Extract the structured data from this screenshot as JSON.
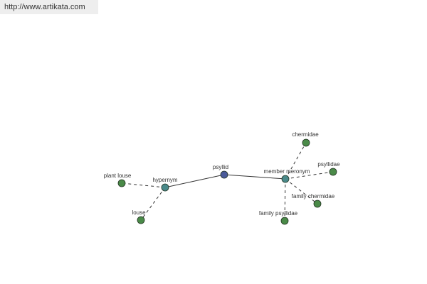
{
  "header": {
    "url": "http://www.artikata.com"
  },
  "colors": {
    "center_node": "#4a5a9a",
    "relation_node": "#4a8a8a",
    "leaf_node": "#4a8a48",
    "node_stroke": "#223322",
    "solid_edge": "#333333",
    "dashed_edge": "#333333"
  },
  "graph": {
    "nodes": [
      {
        "id": "psyllid",
        "label": "psyllid",
        "kind": "center"
      },
      {
        "id": "hypernym",
        "label": "hypernym",
        "kind": "relation"
      },
      {
        "id": "member-meronym",
        "label": "member meronym",
        "kind": "relation"
      },
      {
        "id": "plant-louse",
        "label": "plant louse",
        "kind": "leaf"
      },
      {
        "id": "louse",
        "label": "louse",
        "kind": "leaf"
      },
      {
        "id": "chermidae",
        "label": "chermidae",
        "kind": "leaf"
      },
      {
        "id": "psyllidae",
        "label": "psyllidae",
        "kind": "leaf"
      },
      {
        "id": "family-chermidae",
        "label": "family chermidae",
        "kind": "leaf"
      },
      {
        "id": "family-psyllidae",
        "label": "family psyllidae",
        "kind": "leaf"
      }
    ],
    "edges": [
      {
        "from": "psyllid",
        "to": "hypernym",
        "style": "solid"
      },
      {
        "from": "psyllid",
        "to": "member-meronym",
        "style": "solid"
      },
      {
        "from": "hypernym",
        "to": "plant-louse",
        "style": "dashed"
      },
      {
        "from": "hypernym",
        "to": "louse",
        "style": "dashed"
      },
      {
        "from": "member-meronym",
        "to": "chermidae",
        "style": "dashed"
      },
      {
        "from": "member-meronym",
        "to": "psyllidae",
        "style": "dashed"
      },
      {
        "from": "member-meronym",
        "to": "family-chermidae",
        "style": "dashed"
      },
      {
        "from": "member-meronym",
        "to": "family-psyllidae",
        "style": "dashed"
      }
    ]
  }
}
